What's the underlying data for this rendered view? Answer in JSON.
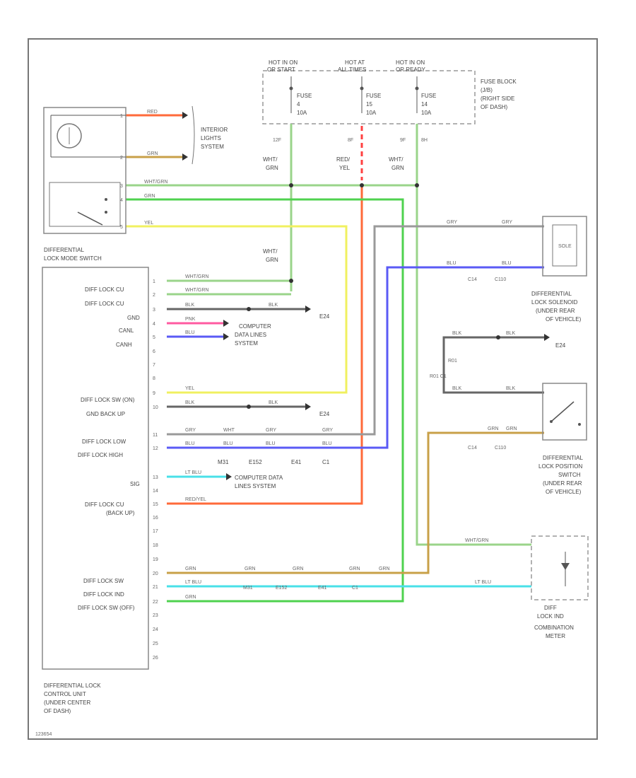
{
  "fuse_block": {
    "hot1": [
      "HOT IN ON",
      "OR START"
    ],
    "hot2": [
      "HOT AT",
      "ALL TIMES"
    ],
    "hot3": [
      "HOT IN ON",
      "OR READY"
    ],
    "fuse1": [
      "FUSE",
      "4",
      "10A"
    ],
    "fuse2": [
      "FUSE",
      "15",
      "10A"
    ],
    "fuse3": [
      "FUSE",
      "14",
      "10A"
    ],
    "title": [
      "FUSE BLOCK",
      "(J/B)",
      "(RIGHT SIDE",
      "OF DASH)"
    ],
    "pins": [
      "12F",
      "8F",
      "9F",
      "8H"
    ]
  },
  "riser_labels": {
    "a": [
      "WHT/",
      "GRN"
    ],
    "b": [
      "RED/",
      "YEL"
    ],
    "c": [
      "WHT/",
      "GRN"
    ],
    "d": [
      "WHT/",
      "GRN"
    ]
  },
  "mode_switch": {
    "title": [
      "DIFFERENTIAL",
      "LOCK MODE SWITCH"
    ],
    "pins": [
      "1",
      "2",
      "3",
      "4",
      "5"
    ],
    "wires": [
      "RED",
      "GRN",
      "WHT/GRN",
      "GRN",
      "YEL"
    ]
  },
  "interior_lights": [
    "INTERIOR",
    "LIGHTS",
    "SYSTEM"
  ],
  "control_unit": {
    "title": [
      "DIFFERENTIAL LOCK",
      "CONTROL UNIT",
      "(UNDER CENTER",
      "OF DASH)"
    ],
    "labels": [
      "DIFF LOCK CU",
      "DIFF LOCK CU",
      "GND",
      "CANL",
      "CANH",
      "DIFF LOCK SW (ON)",
      "GND BACK UP",
      "DIFF LOCK LOW",
      "DIFF LOCK HIGH",
      "SIG",
      "DIFF LOCK CU",
      "(BACK UP)",
      "DIFF LOCK SW",
      "DIFF LOCK IND",
      "DIFF LOCK SW (OFF)"
    ],
    "pins": [
      "1",
      "2",
      "3",
      "4",
      "5",
      "6",
      "7",
      "8",
      "9",
      "10",
      "11",
      "12",
      "13",
      "14",
      "15",
      "16",
      "17",
      "18",
      "19",
      "20",
      "21",
      "22",
      "23",
      "24",
      "25",
      "26"
    ],
    "wires": [
      "WHT/GRN",
      "WHT/GRN",
      "BLK",
      "PNK",
      "BLU",
      "YEL",
      "BLK",
      "GRY",
      "BLU",
      "LT BLU",
      "RED/YEL",
      "GRN",
      "LT BLU",
      "GRN"
    ]
  },
  "splices": {
    "gnd1": "BLK",
    "gnd2": "BLK",
    "grnd_label": "E24",
    "low_mid": [
      "WHT",
      "GRY",
      "GRY"
    ],
    "high_mid": [
      "BLU",
      "BLU",
      "BLU"
    ],
    "conns": [
      "M31",
      "E152",
      "E41",
      "C1"
    ],
    "sw_mid": [
      "GRN",
      "GRN",
      "GRN",
      "GRN"
    ],
    "ind_mid": [
      "M31",
      "E152",
      "E41",
      "C1"
    ]
  },
  "can_system": [
    "COMPUTER",
    "DATA LINES",
    "SYSTEM"
  ],
  "sig_system": [
    "COMPUTER DATA",
    "LINES SYSTEM"
  ],
  "solenoid": {
    "title": [
      "DIFFERENTIAL",
      "LOCK SOLENOID",
      "(UNDER REAR",
      "OF VEHICLE)"
    ],
    "wires": [
      "GRY",
      "GRY",
      "BLU",
      "BLU"
    ],
    "conns": [
      "C14",
      "C110"
    ],
    "coil": "SOLE"
  },
  "position_switch": {
    "title": [
      "DIFFERENTIAL",
      "LOCK POSITION",
      "SWITCH",
      "(UNDER REAR",
      "OF VEHICLE)"
    ],
    "wires": [
      "BLK",
      "BLK",
      "BLK",
      "BLK",
      "GRN",
      "GRN"
    ],
    "conns": [
      "C14",
      "C110"
    ],
    "relay_label": [
      "R01",
      "R01 C1"
    ],
    "ground": "E24"
  },
  "combination_meter": {
    "title": [
      "COMBINATION",
      "METER"
    ],
    "indicator": [
      "DIFF",
      "LOCK IND"
    ],
    "wires": [
      "WHT/GRN",
      "LT BLU"
    ]
  },
  "colors": {
    "wht_grn": "#9ad48a",
    "grn": "#4fd24f",
    "yel": "#f0f060",
    "red": "#ff6a3a",
    "blu": "#5a5af5",
    "lt_blu": "#49e0e8",
    "pnk": "#ff5aa0",
    "blk": "#666666",
    "brn": "#c8a048",
    "gry": "#9a9a9a"
  },
  "footer": "123654"
}
